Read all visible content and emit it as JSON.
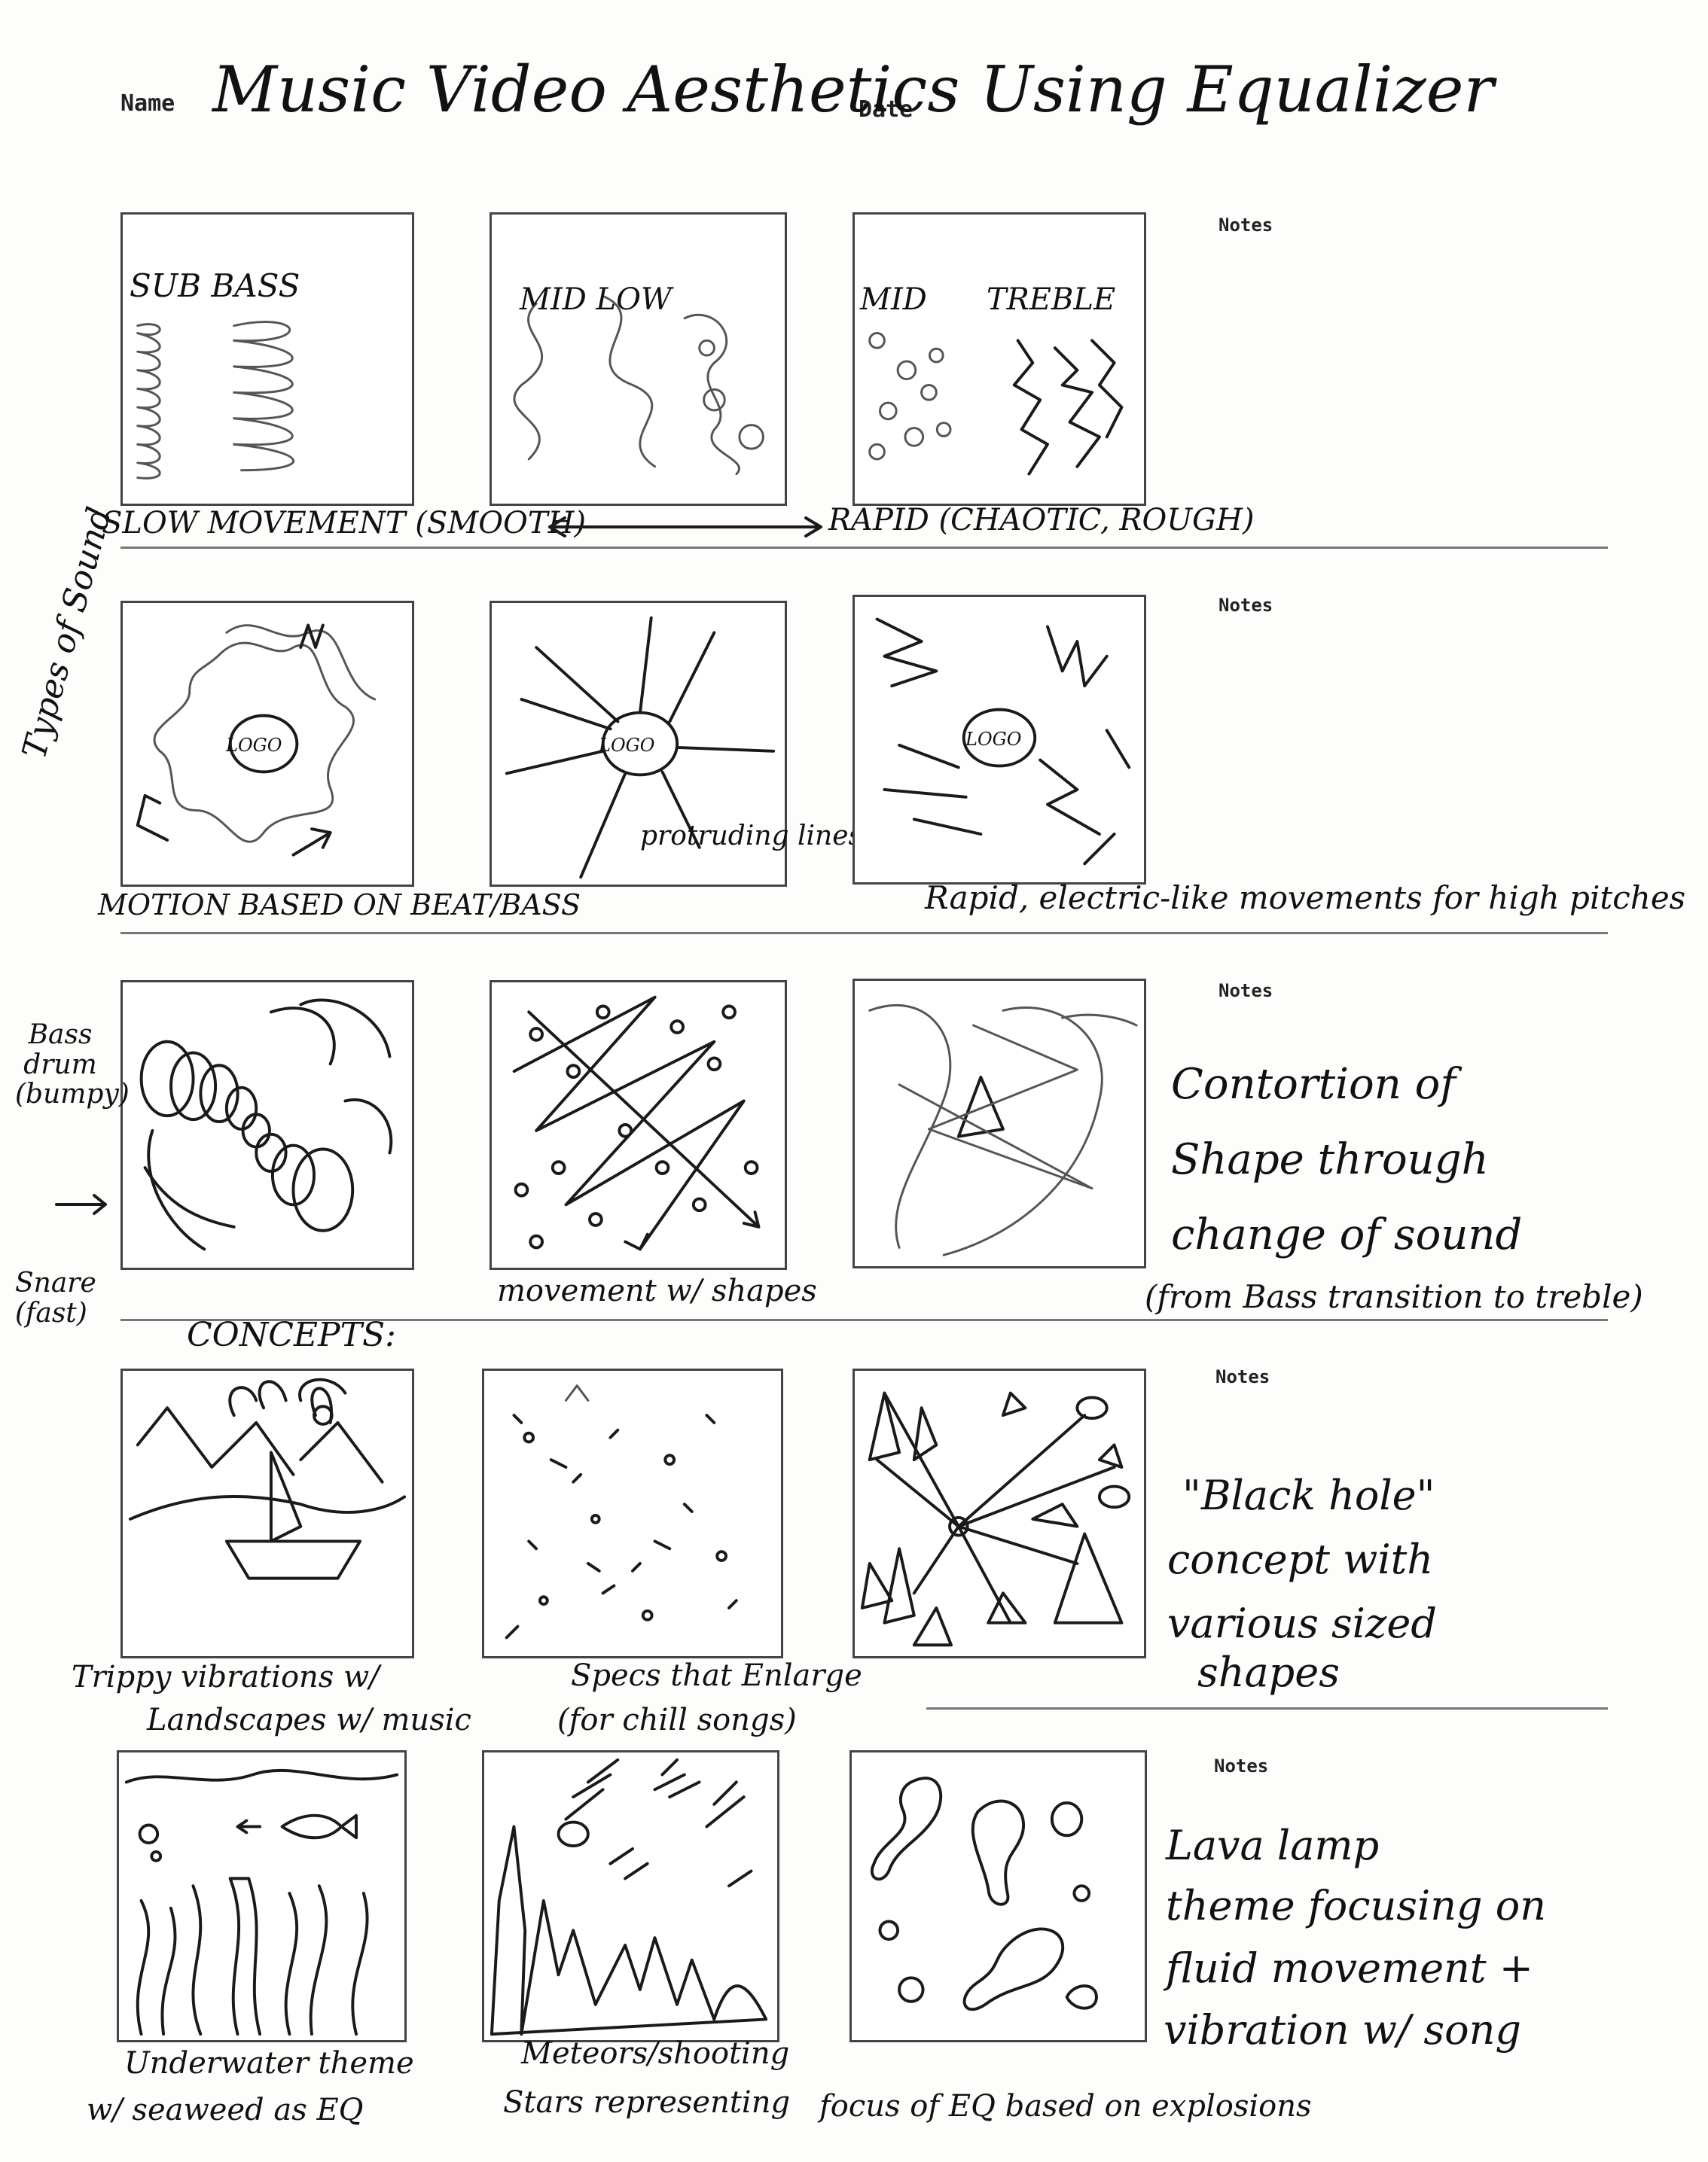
{
  "header": {
    "name_label": "Name",
    "date_label": "Date",
    "title": "Music Video Aesthetics Using Equalizer"
  },
  "notes_label": "Notes",
  "rows": [
    {
      "frames": [
        {
          "labels": [
            "SUB BASS"
          ]
        },
        {
          "labels": [
            "MID LOW"
          ]
        },
        {
          "labels": [
            "MID",
            "TREBLE"
          ]
        }
      ],
      "captions": [
        "SLOW MOVEMENT (SMOOTH)",
        "RAPID (CHAOTIC, ROUGH)"
      ],
      "notes_text": []
    },
    {
      "frames": [
        {
          "labels": [
            "LOGO"
          ]
        },
        {
          "labels": [
            "LOGO"
          ],
          "annotation": "protruding lines"
        },
        {
          "labels": [
            "LOGO"
          ]
        }
      ],
      "side_label": "Types of Sound",
      "captions": [
        "MOTION BASED ON BEAT/BASS",
        "Rapid, electric-like movements for high pitches"
      ],
      "notes_text": []
    },
    {
      "frames": [
        {},
        {},
        {}
      ],
      "side_label": "Bass drum (bumpy)",
      "side_label_2": "Snare (fast)",
      "captions": [
        "movement w/ shapes"
      ],
      "notes_text": [
        "Contortion of",
        "Shape through",
        "change of sound",
        "(from Bass transition to treble)"
      ]
    },
    {
      "frames": [
        {},
        {},
        {}
      ],
      "section_label": "CONCEPTS:",
      "captions": [
        "Trippy vibrations w/",
        "Landscapes w/ music",
        "Specs that Enlarge",
        "(for chill songs)"
      ],
      "notes_text": [
        "\"Black hole\"",
        "concept with",
        "various sized",
        "shapes"
      ]
    },
    {
      "frames": [
        {},
        {},
        {}
      ],
      "captions": [
        "Underwater theme",
        "w/ seaweed as EQ",
        "Meteors/shooting",
        "Stars representing",
        "focus of EQ based on explosions"
      ],
      "notes_text": [
        "Lava lamp",
        "theme focusing on",
        "fluid movement +",
        "vibration w/ song"
      ]
    }
  ]
}
